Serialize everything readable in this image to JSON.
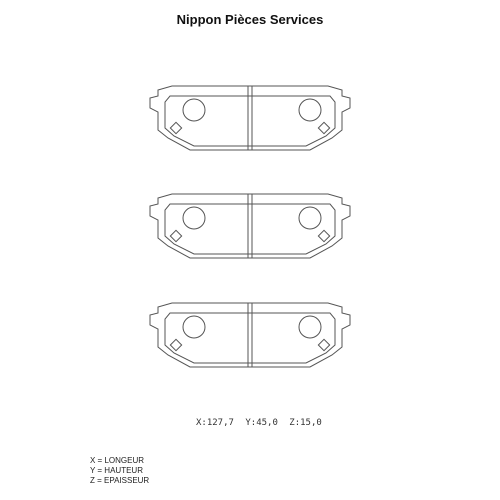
{
  "header": {
    "title": "Nippon Pièces Services"
  },
  "dimensions": {
    "x": "X:127,7",
    "y": "Y:45,0",
    "z": "Z:15,0"
  },
  "legend": [
    "X = LONGEUR",
    "Y = HAUTEUR",
    "Z = EPAISSEUR"
  ],
  "colors": {
    "line": "#555555",
    "text": "#111111"
  }
}
